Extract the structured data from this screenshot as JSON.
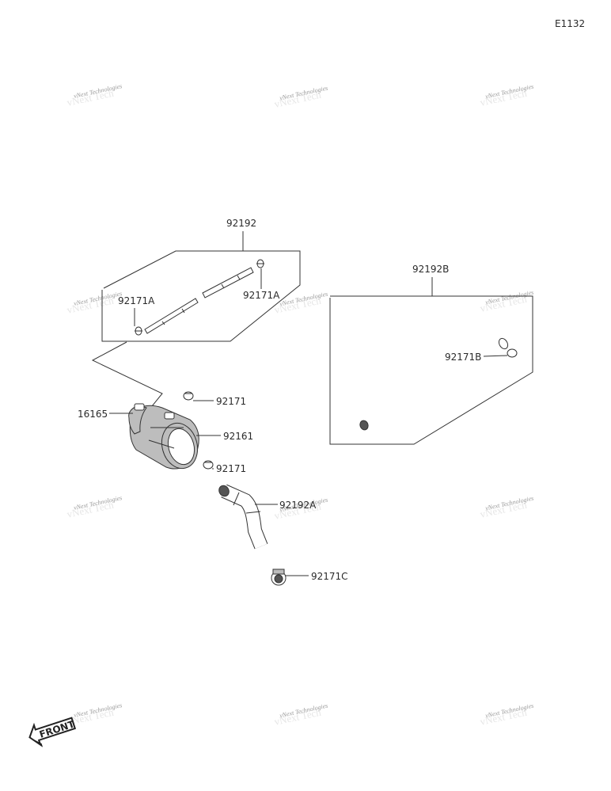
{
  "diagram_code": "E1132",
  "watermark_text": "vNext Technologies",
  "callouts": {
    "p92192": "92192",
    "p92171A_left": "92171A",
    "p92171A_right": "92171A",
    "p92192B": "92192B",
    "p92171B": "92171B",
    "p92171_top": "92171",
    "p16165": "16165",
    "p92161": "92161",
    "p92171_bottom": "92171",
    "p92192A": "92192A",
    "p92171C": "92171C"
  },
  "front_badge": "FRONT"
}
